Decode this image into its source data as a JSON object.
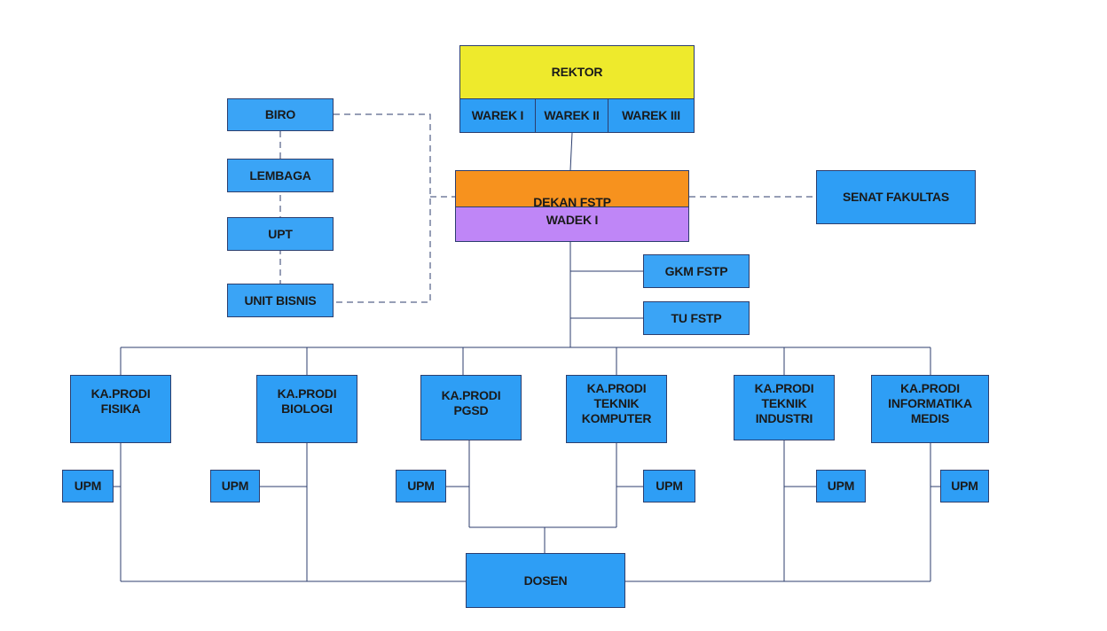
{
  "rektor": {
    "label": "REKTOR"
  },
  "wareks": [
    "WAREK I",
    "WAREK II",
    "WAREK III"
  ],
  "dekan": {
    "label": "DEKAN FSTP"
  },
  "wadek": {
    "label": "WADEK I"
  },
  "senat": {
    "label": "SENAT FAKULTAS"
  },
  "left_units": [
    "BIRO",
    "LEMBAGA",
    "UPT",
    "UNIT BISNIS"
  ],
  "support_units": [
    "GKM FSTP",
    "TU FSTP"
  ],
  "prodi": [
    "KA.PRODI\nFISIKA",
    "KA.PRODI\nBIOLOGI",
    "KA.PRODI\nPGSD",
    "KA.PRODI\nTEKNIK\nKOMPUTER",
    "KA.PRODI\nTEKNIK\nINDUSTRI",
    "KA.PRODI\nINFORMATIKA\nMEDIS"
  ],
  "upm_label": "UPM",
  "dosen": {
    "label": "DOSEN"
  },
  "colors": {
    "box_blue": "#2e9ef5",
    "rektor_yellow": "#eeea2c",
    "dekan_orange": "#f7921e",
    "wadek_purple": "#bf86f7",
    "line": "#2c3e6e"
  }
}
